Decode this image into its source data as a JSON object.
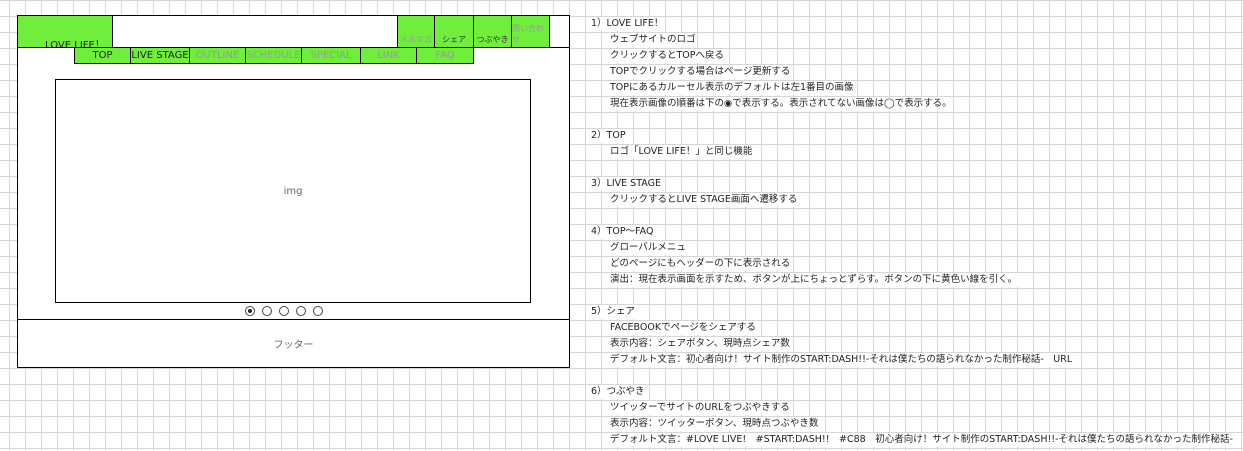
{
  "wireframe": {
    "logo": "LOVE LIFE！",
    "header_buttons": [
      "メルマガ",
      "シェア",
      "つぶやき",
      "問い合わせ"
    ],
    "nav": [
      "TOP",
      "LIVE STAGE",
      "OUTLINE",
      "SCHEDULE",
      "SPECIAL",
      "LINK",
      "FAQ"
    ],
    "carousel_label": "img",
    "carousel_dots": 5,
    "footer": "フッター"
  },
  "notes": [
    {
      "heading": "1）LOVE LIFE！",
      "lines": [
        "ウェブサイトのロゴ",
        "クリックするとTOPへ戻る",
        "TOPでクリックする場合はページ更新する",
        "TOPにあるカルーセル表示のデフォルトは左1番目の画像",
        "現在表示画像の順番は下の◉で表示する。表示されてない画像は◯で表示する。"
      ]
    },
    {
      "heading": "2）TOP",
      "lines": [
        "ロゴ「LOVE LIFE！」と同じ機能"
      ]
    },
    {
      "heading": "3）LIVE STAGE",
      "lines": [
        "クリックするとLIVE STAGE画面へ遷移する"
      ]
    },
    {
      "heading": "4）TOP〜FAQ",
      "lines": [
        "グローバルメニュ",
        "どのページにもヘッダーの下に表示される",
        "演出：現在表示画面を示すため、ボタンが上にちょっとずらす。ボタンの下に黄色い線を引く。"
      ]
    },
    {
      "heading": "5）シェア",
      "lines": [
        "FACEBOOKでページをシェアする",
        "表示内容：シェアボタン、現時点シェア数",
        "デフォルト文言：初心者向け！サイト制作のSTART:DASH!!-それは僕たちの語られなかった制作秘話-　URL"
      ]
    },
    {
      "heading": "6）つぶやき",
      "lines": [
        "ツイッターでサイトのURLをつぶやきする",
        "表示内容：ツイッターボタン、現時点つぶやき数",
        "デフォルト文言：#LOVE LIVE!　#START:DASH!!　#C88　初心者向け！サイト制作のSTART:DASH!!-それは僕たちの語られなかった制作秘話-"
      ]
    }
  ]
}
